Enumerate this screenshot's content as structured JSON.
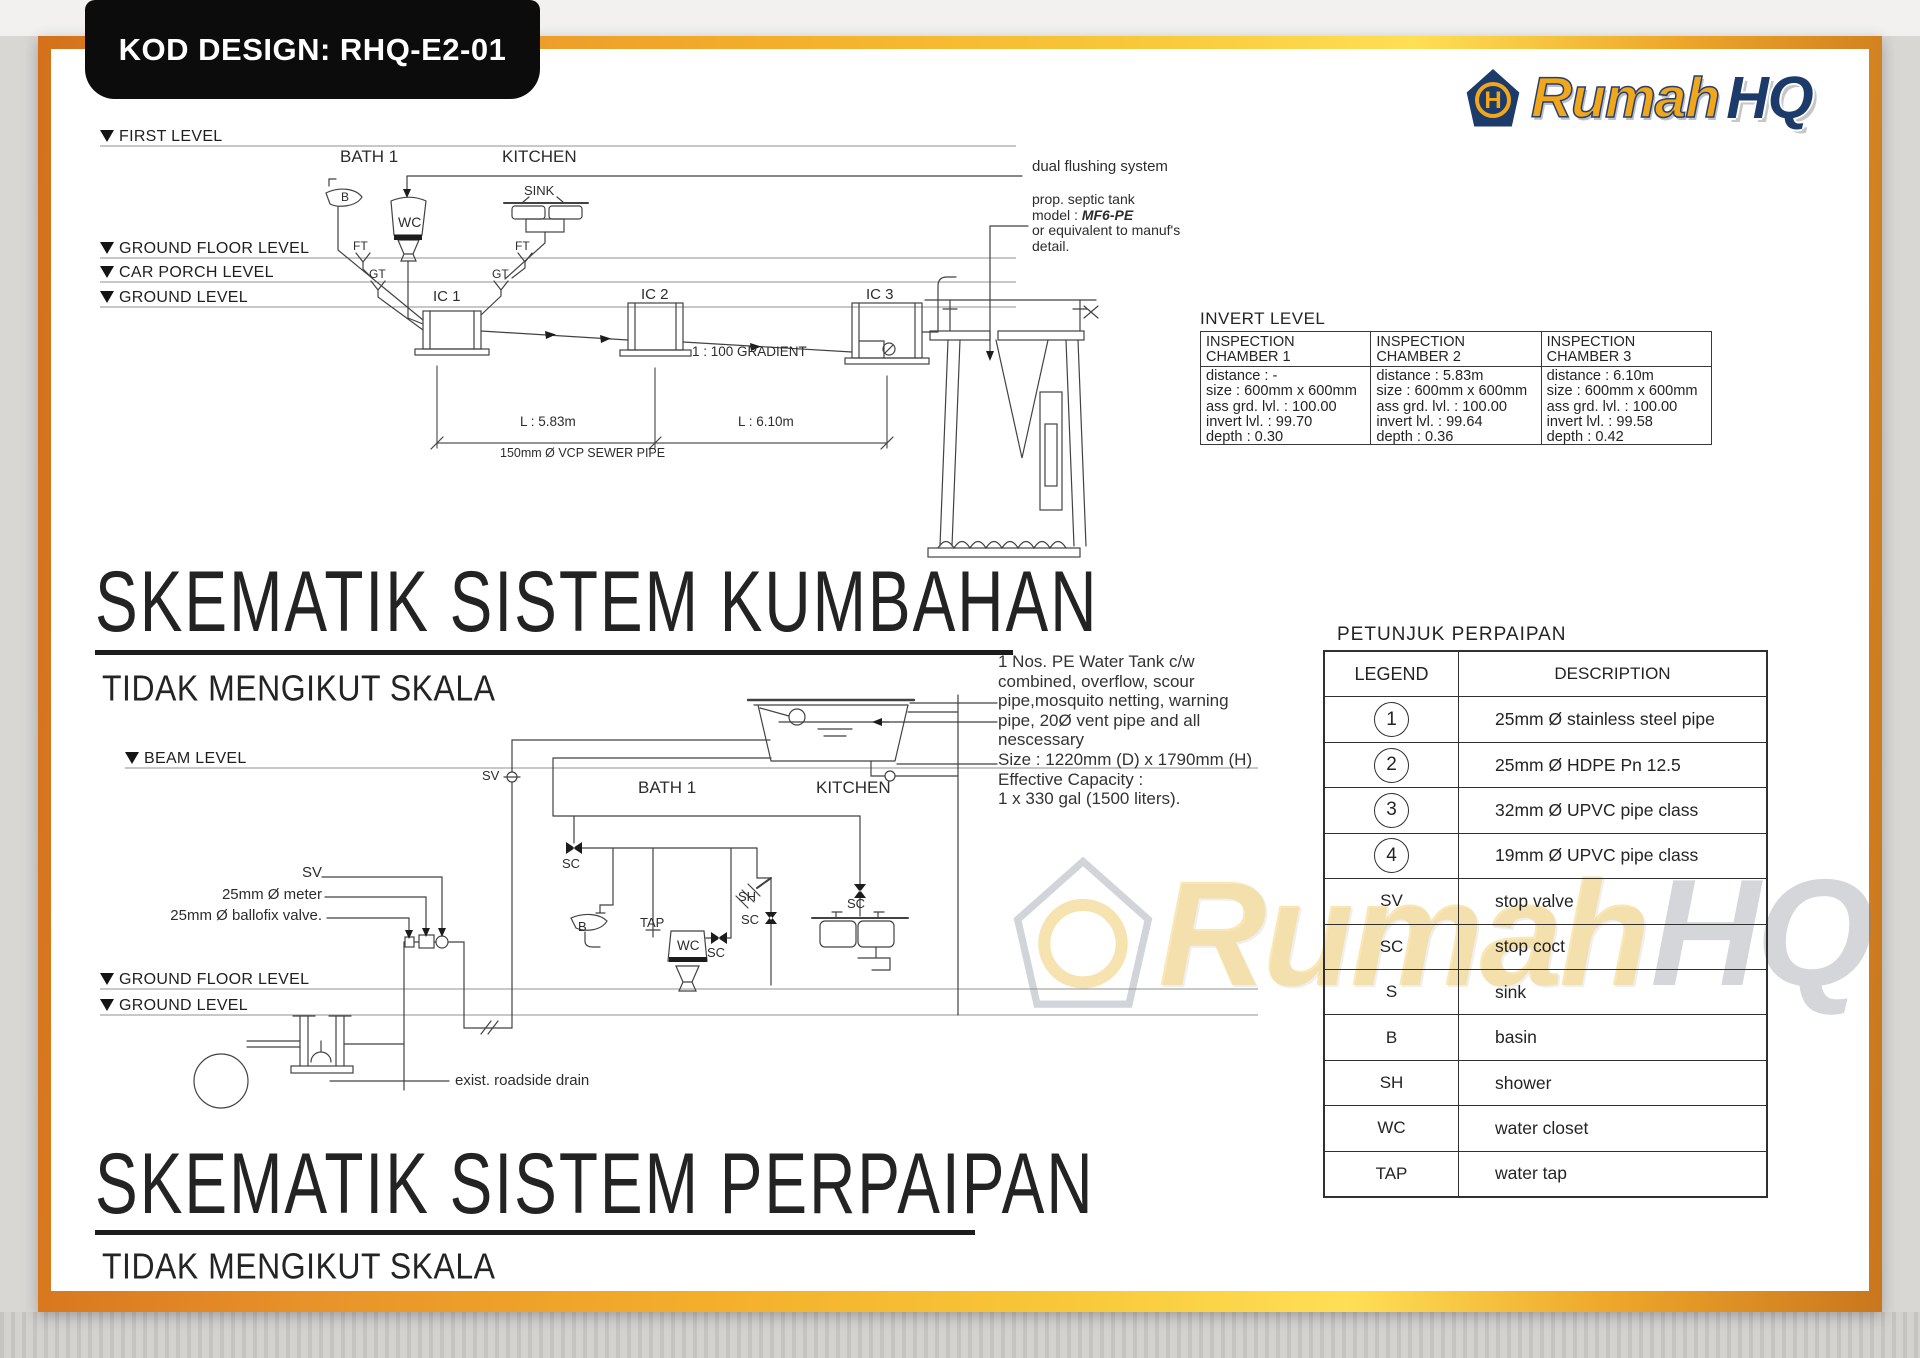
{
  "frame": {
    "badge": "KOD DESIGN: RHQ-E2-01"
  },
  "logo": {
    "rumah": "Rumah",
    "hq": "HQ",
    "monogram": "H"
  },
  "colors": {
    "border_orange": "#E4791F",
    "border_gold": "#F8C93A",
    "logo_gold": "#F2A71B",
    "logo_navy": "#1C3B6B",
    "badge_bg": "#0C0C0C"
  },
  "sewage": {
    "levels": [
      {
        "label": "FIRST LEVEL"
      },
      {
        "label": "GROUND FLOOR LEVEL"
      },
      {
        "label": "CAR PORCH LEVEL"
      },
      {
        "label": "GROUND LEVEL"
      }
    ],
    "bath": "BATH 1",
    "kitchen": "KITCHEN",
    "sink": "SINK",
    "wc": "WC",
    "basin": "B",
    "ft": "FT",
    "gt": "GT",
    "ic1": "IC 1",
    "ic2": "IC 2",
    "ic3": "IC 3",
    "gradient": "1 : 100 GRADIENT",
    "dim_ic1_ic2": "L : 5.83m",
    "dim_ic2_ic3": "L : 6.10m",
    "sewer_pipe": "150mm Ø VCP SEWER PIPE",
    "dual_flushing": "dual flushing system",
    "septic_note": {
      "l1": "prop. septic tank",
      "l2_prefix": "model : ",
      "l2_model": "MF6-PE",
      "l3": "or equivalent to manuf's",
      "l4": "detail."
    }
  },
  "invert_table": {
    "title": "INVERT LEVEL",
    "columns": [
      {
        "header": "INSPECTION\nCHAMBER 1",
        "rows": [
          "distance : -",
          "size : 600mm x 600mm",
          "ass grd. lvl. : 100.00",
          "invert lvl. : 99.70",
          "depth : 0.30"
        ]
      },
      {
        "header": "INSPECTION\nCHAMBER 2",
        "rows": [
          "distance : 5.83m",
          "size : 600mm x 600mm",
          "ass grd. lvl. : 100.00",
          "invert lvl. : 99.64",
          "depth : 0.36"
        ]
      },
      {
        "header": "INSPECTION\nCHAMBER 3",
        "rows": [
          "distance : 6.10m",
          "size : 600mm x 600mm",
          "ass grd. lvl. : 100.00",
          "invert lvl. : 99.58",
          "depth : 0.42"
        ]
      }
    ]
  },
  "titles": {
    "kumbahan": "SKEMATIK SISTEM KUMBAHAN",
    "kumbahan_sub": "TIDAK MENGIKUT SKALA",
    "perpaipan": "SKEMATIK SISTEM PERPAIPAN",
    "perpaipan_sub": "TIDAK MENGIKUT SKALA"
  },
  "piping": {
    "tank_note": "1 Nos. PE Water Tank c/w\ncombined, overflow, scour\npipe,mosquito netting, warning\npipe, 20Ø vent pipe and all\nnescessary\nSize : 1220mm (D) x 1790mm (H)\nEffective Capacity :\n1 x 330 gal (1500 liters).",
    "beam_level": "BEAM LEVEL",
    "ground_floor_level": "GROUND FLOOR LEVEL",
    "ground_level": "GROUND LEVEL",
    "bath": "BATH 1",
    "kitchen": "KITCHEN",
    "sv": "SV",
    "sc": "SC",
    "sh": "SH",
    "wc": "WC",
    "tap": "TAP",
    "basin": "B",
    "sv_label": "SV",
    "meter_label": "25mm Ø meter",
    "ballofix_label": "25mm Ø ballofix valve.",
    "roadside": "exist. roadside drain"
  },
  "legend_table": {
    "title": "PETUNJUK PERPAIPAN",
    "col_legend": "LEGEND",
    "col_description": "DESCRIPTION",
    "rows": [
      {
        "legend": "1",
        "description": "25mm Ø stainless steel pipe"
      },
      {
        "legend": "2",
        "description": "25mm Ø HDPE Pn 12.5"
      },
      {
        "legend": "3",
        "description": "32mm Ø UPVC pipe class"
      },
      {
        "legend": "4",
        "description": "19mm Ø UPVC pipe class"
      },
      {
        "legend": "SV",
        "description": "stop valve"
      },
      {
        "legend": "SC",
        "description": "stop coct"
      },
      {
        "legend": "S",
        "description": "sink"
      },
      {
        "legend": "B",
        "description": "basin"
      },
      {
        "legend": "SH",
        "description": "shower"
      },
      {
        "legend": "WC",
        "description": "water closet"
      },
      {
        "legend": "TAP",
        "description": "water tap"
      }
    ]
  },
  "watermark": {
    "rumah": "Rumah",
    "hq": "HQ"
  }
}
